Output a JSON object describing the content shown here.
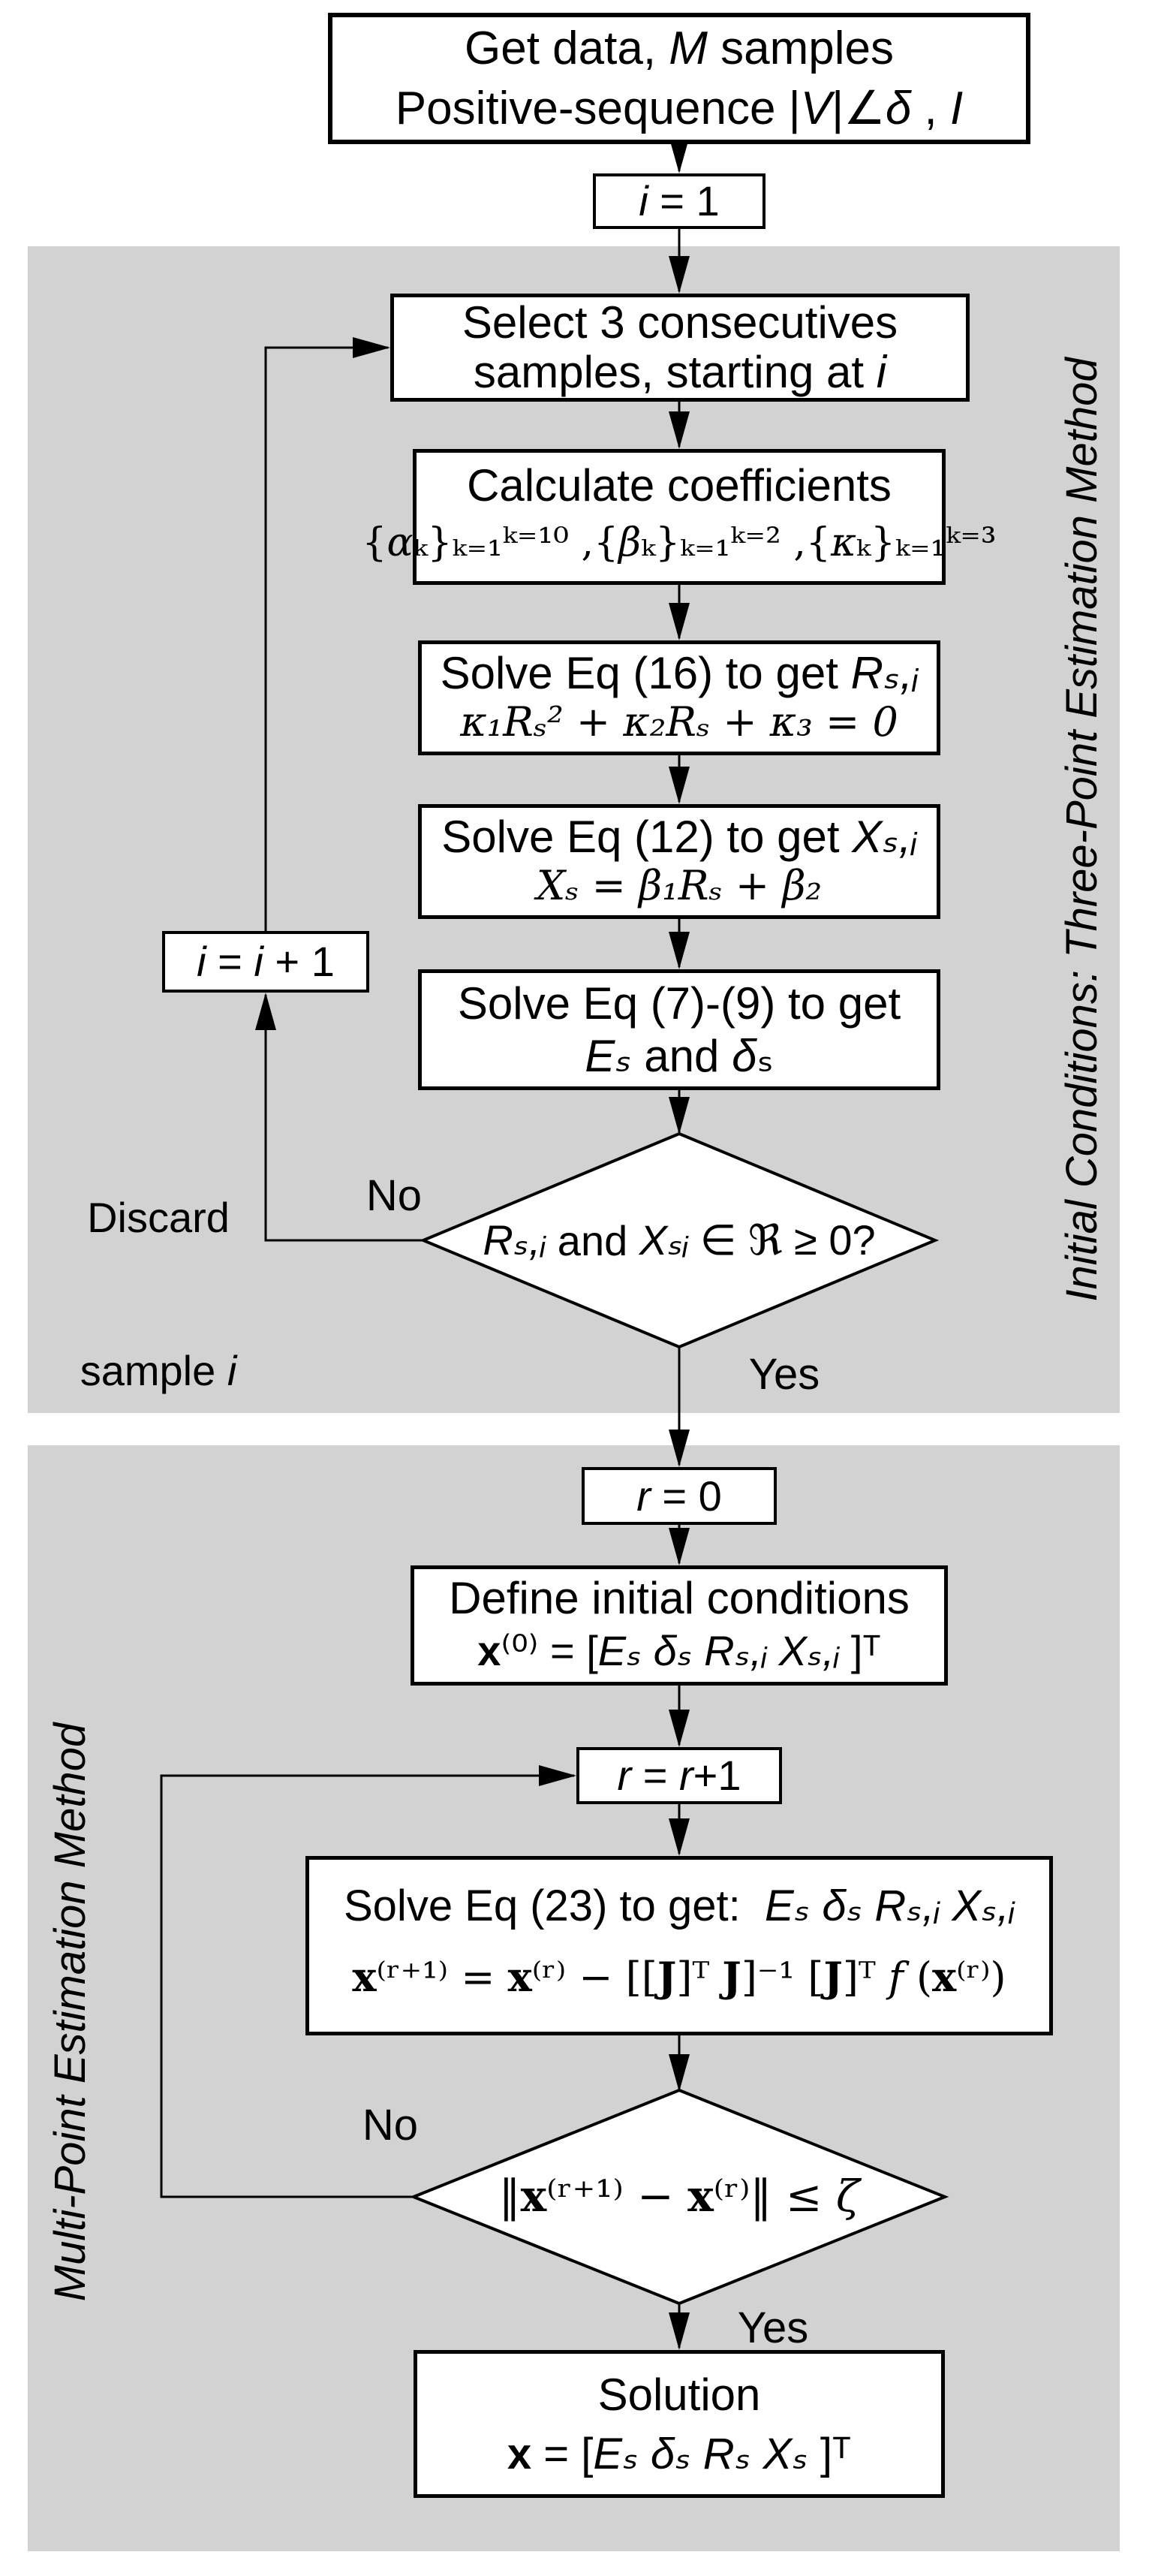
{
  "colors": {
    "region_background": "#d2d2d2",
    "node_background": "#ffffff",
    "line_color": "#000000"
  },
  "regions": {
    "three_point": {
      "label": "Initial Conditions: Three-Point Estimation Method"
    },
    "multi_point": {
      "label": "Multi-Point Estimation Method"
    }
  },
  "labels": {
    "yes": "Yes",
    "no": "No",
    "discard_line1": [
      {
        "t": "Discard"
      }
    ],
    "discard_line2": [
      {
        "t": "sample "
      },
      {
        "t": "i",
        "it": true
      }
    ]
  },
  "nodes": {
    "get_data": {
      "line1": [
        {
          "t": "Get data, "
        },
        {
          "t": "M",
          "it": true
        },
        {
          "t": " samples"
        }
      ],
      "line2": [
        {
          "t": "Positive-sequence |"
        },
        {
          "t": "V",
          "it": true
        },
        {
          "t": "|∠"
        },
        {
          "t": "δ",
          "it": true
        },
        {
          "t": " , "
        },
        {
          "t": "I",
          "it": true
        }
      ]
    },
    "i_init": {
      "line1": [
        {
          "t": "i",
          "it": true
        },
        {
          "t": " = 1"
        }
      ]
    },
    "select3": {
      "line1": [
        {
          "t": "Select 3 consecutives"
        }
      ],
      "line2": [
        {
          "t": "samples, starting at "
        },
        {
          "t": "i",
          "it": true
        }
      ]
    },
    "calc_coeff": {
      "line1": [
        {
          "t": "Calculate coefficients"
        }
      ],
      "line2": [
        {
          "t": "{"
        },
        {
          "t": "α",
          "it": true
        },
        {
          "t": "ₖ}ₖ₌₁ᵏ⁼¹⁰ ,{"
        },
        {
          "t": "β",
          "it": true
        },
        {
          "t": "ₖ}ₖ₌₁ᵏ⁼² ,{"
        },
        {
          "t": "κ",
          "it": true
        },
        {
          "t": "ₖ}ₖ₌₁ᵏ⁼³"
        }
      ]
    },
    "eq16": {
      "line1": [
        {
          "t": "Solve Eq (16) to get "
        },
        {
          "t": "Rₛ,ᵢ",
          "it": true
        }
      ],
      "line2": [
        {
          "t": "κ₁Rₛ² + κ₂Rₛ + κ₃ = 0",
          "it": true
        }
      ]
    },
    "eq12": {
      "line1": [
        {
          "t": "Solve Eq (12) to get "
        },
        {
          "t": "Xₛ,ᵢ",
          "it": true
        }
      ],
      "line2": [
        {
          "t": "Xₛ = β₁Rₛ + β₂",
          "it": true
        }
      ]
    },
    "eq79": {
      "line1": [
        {
          "t": "Solve Eq (7)-(9) to get"
        }
      ],
      "line2": [
        {
          "t": "Eₛ",
          "it": true
        },
        {
          "t": " and "
        },
        {
          "t": "δ",
          "it": true
        },
        {
          "t": "ₛ"
        }
      ]
    },
    "decision1": {
      "text": [
        {
          "t": "Rₛ,ᵢ",
          "it": true
        },
        {
          "t": " and "
        },
        {
          "t": "Xₛᵢ",
          "it": true
        },
        {
          "t": " ∈ ℜ ≥ 0?"
        }
      ]
    },
    "increment_i": {
      "line1": [
        {
          "t": "i",
          "it": true
        },
        {
          "t": " = "
        },
        {
          "t": "i",
          "it": true
        },
        {
          "t": " + 1"
        }
      ]
    },
    "r_init": {
      "line1": [
        {
          "t": "r",
          "it": true
        },
        {
          "t": " = 0"
        }
      ]
    },
    "define_ic": {
      "line1": [
        {
          "t": "Define initial conditions"
        }
      ],
      "line2": [
        {
          "t": "x",
          "b": true
        },
        {
          "t": "⁽⁰⁾ = ["
        },
        {
          "t": "Eₛ δₛ Rₛ,ᵢ Xₛ,ᵢ",
          "it": true
        },
        {
          "t": " ]ᵀ"
        }
      ]
    },
    "increment_r": {
      "line1": [
        {
          "t": "r",
          "it": true
        },
        {
          "t": " = "
        },
        {
          "t": "r",
          "it": true
        },
        {
          "t": "+1"
        }
      ]
    },
    "eq23": {
      "line1": [
        {
          "t": "Solve Eq (23) to get:  "
        },
        {
          "t": "Eₛ δₛ Rₛ,ᵢ Xₛ,ᵢ",
          "it": true
        }
      ],
      "line2": [
        {
          "t": "x",
          "b": true
        },
        {
          "t": "⁽ʳ⁺¹⁾ = "
        },
        {
          "t": "x",
          "b": true
        },
        {
          "t": "⁽ʳ⁾ − [["
        },
        {
          "t": "J",
          "b": true
        },
        {
          "t": "]ᵀ "
        },
        {
          "t": "J",
          "b": true
        },
        {
          "t": "]⁻¹ ["
        },
        {
          "t": "J",
          "b": true
        },
        {
          "t": "]ᵀ "
        },
        {
          "t": "f",
          "it": true
        },
        {
          "t": " ("
        },
        {
          "t": "x",
          "b": true
        },
        {
          "t": "⁽ʳ⁾)"
        }
      ]
    },
    "decision2": {
      "text": [
        {
          "t": "‖"
        },
        {
          "t": "x",
          "b": true
        },
        {
          "t": "⁽ʳ⁺¹⁾ − "
        },
        {
          "t": "x",
          "b": true
        },
        {
          "t": "⁽ʳ⁾‖ ≤ "
        },
        {
          "t": "ζ",
          "it": true
        }
      ]
    },
    "solution": {
      "line1": [
        {
          "t": "Solution"
        }
      ],
      "line2": [
        {
          "t": "x",
          "b": true
        },
        {
          "t": " = ["
        },
        {
          "t": "Eₛ δₛ Rₛ Xₛ",
          "it": true
        },
        {
          "t": " ]ᵀ"
        }
      ]
    }
  }
}
